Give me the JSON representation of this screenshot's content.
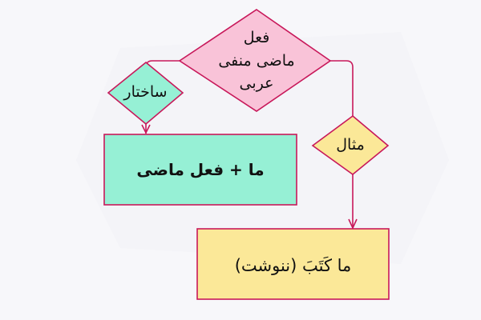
{
  "diagram": {
    "root": {
      "lines": [
        "فعل",
        "ماضی منفی",
        "عربی"
      ],
      "fill": "#f9c3d8"
    },
    "branches": [
      {
        "decision": {
          "label": "ساختار",
          "fill": "#96f0d5"
        },
        "box": {
          "label": "ما + فعل ماضی",
          "fill": "#96f0d5"
        }
      },
      {
        "decision": {
          "label": "مثال",
          "fill": "#fbe898"
        },
        "box": {
          "label": "ما كَتَبَ (ننوشت)",
          "fill": "#fbe898"
        }
      }
    ],
    "colors": {
      "stroke": "#c8185a",
      "background": "#f7f7fa"
    }
  }
}
